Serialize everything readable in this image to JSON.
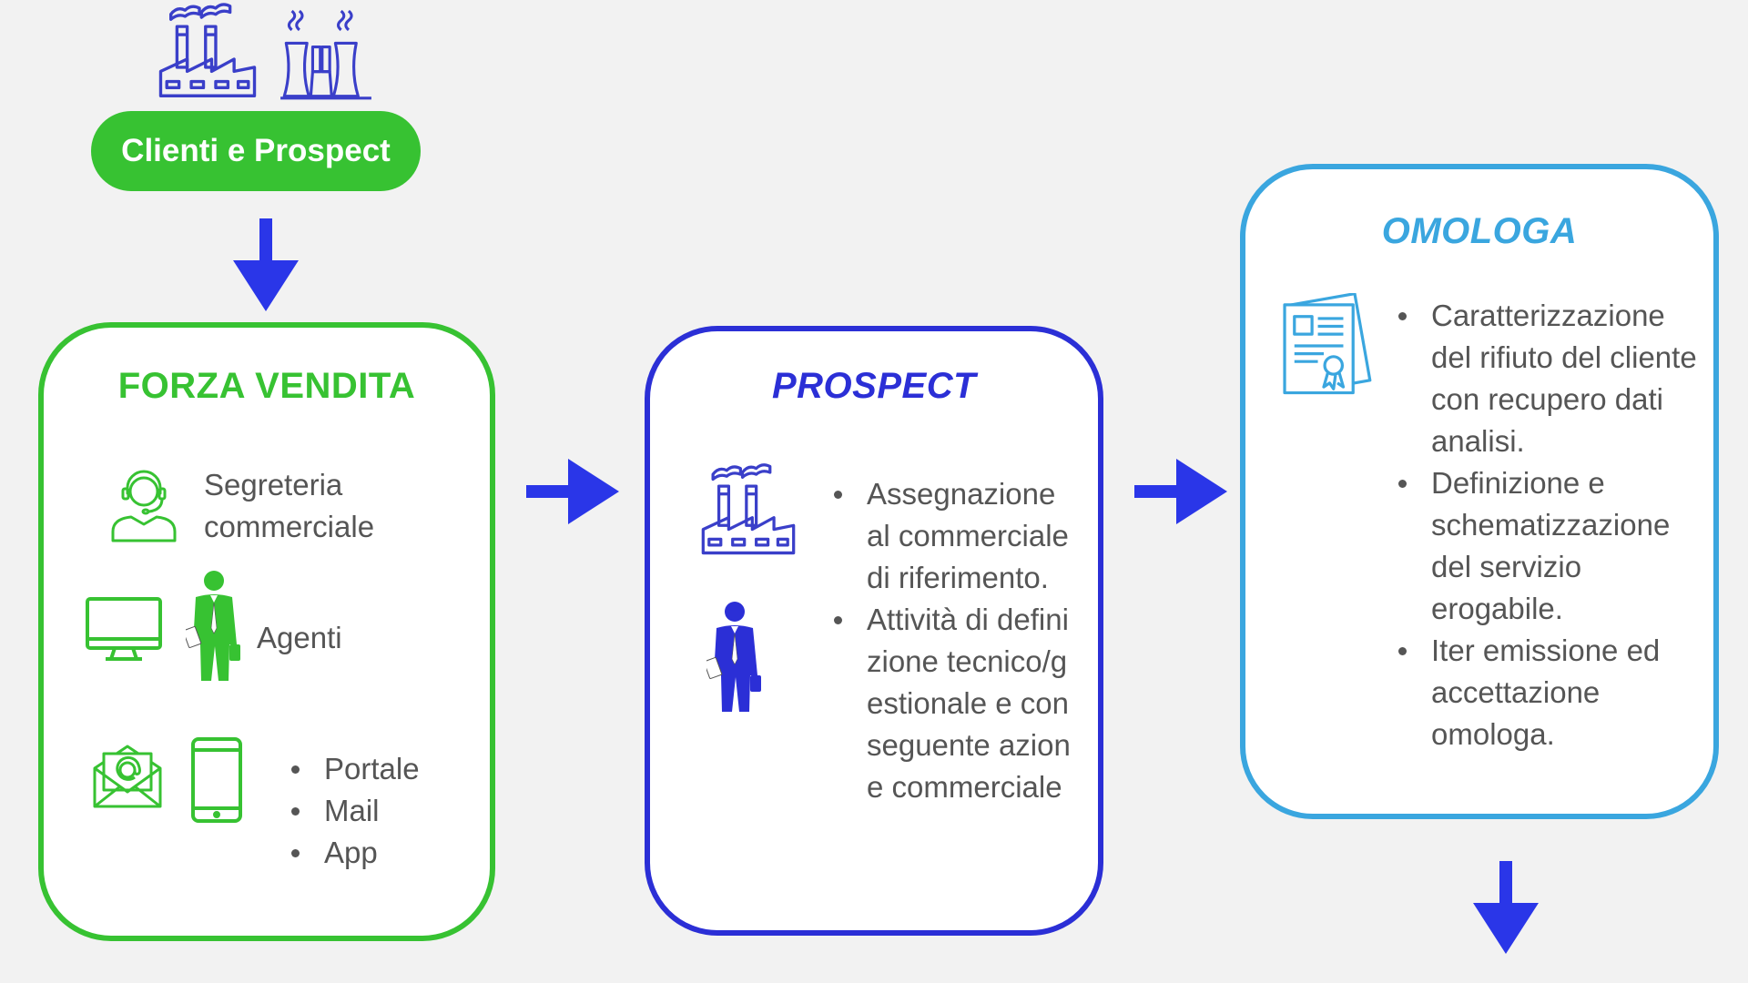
{
  "top_pill": {
    "label": "Clienti e Prospect"
  },
  "forza_vendita": {
    "title": "FORZA VENDITA",
    "segreteria_label": "Segreteria commerciale",
    "agenti_label": "Agenti",
    "channels": [
      "Portale",
      "Mail",
      "App"
    ]
  },
  "prospect": {
    "title": "PROSPECT",
    "bullets": [
      "Assegnazione al commerciale di riferimento.",
      "Attività di definizione tecnico/gestionale e conseguente azione commerciale"
    ]
  },
  "omologa": {
    "title": "OMOLOGA",
    "bullets": [
      "Caratterizzazione del rifiuto del cliente con recupero dati analisi.",
      "Definizione e schematizzazione del servizio erogabile.",
      "Iter emissione ed accettazione omologa."
    ]
  },
  "colors": {
    "green": "#37c232",
    "blue": "#2b2fd6",
    "light_blue": "#3aa6df",
    "arrow_blue": "#2a36e8",
    "icon_blue": "#3a3fc9",
    "text_gray": "#555555",
    "background": "#f2f2f2"
  },
  "icons": [
    "factory-icon",
    "power-plant-icon",
    "call-center-operator-icon",
    "desktop-monitor-icon",
    "businessman-icon",
    "email-envelope-icon",
    "smartphone-icon",
    "certificate-icon"
  ]
}
